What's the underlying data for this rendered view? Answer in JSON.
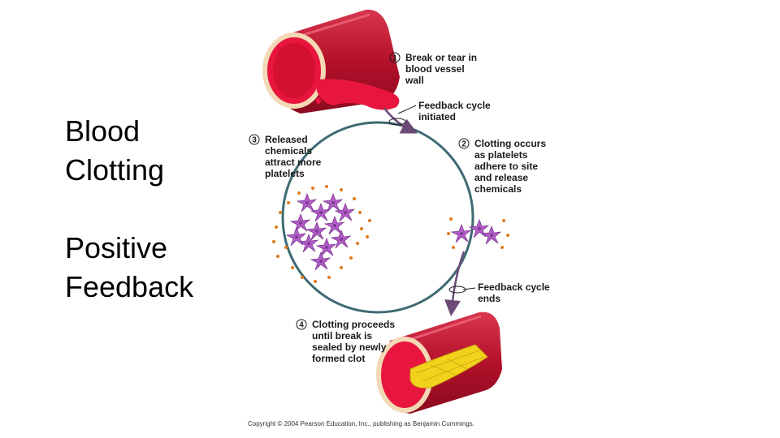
{
  "slide": {
    "title_lines": [
      "Blood",
      "Clotting"
    ],
    "subtitle_lines": [
      "Positive",
      "Feedback"
    ]
  },
  "diagram": {
    "steps": [
      {
        "number": "1",
        "lines": [
          "Break or tear in",
          "blood vessel",
          "wall"
        ]
      },
      {
        "number": "2",
        "lines": [
          "Clotting occurs",
          "as platelets",
          "adhere to site",
          "and release",
          "chemicals"
        ]
      },
      {
        "number": "3",
        "lines": [
          "Released",
          "chemicals",
          "attract more",
          "platelets"
        ]
      },
      {
        "number": "4",
        "lines": [
          "Clotting proceeds",
          "until break is",
          "sealed by newly",
          "formed clot"
        ]
      }
    ],
    "feedback_start": [
      "Feedback cycle",
      "initiated"
    ],
    "feedback_end": [
      "Feedback cycle",
      "ends"
    ],
    "copyright": "Copyright © 2004 Pearson Education, Inc., publishing as Benjamin Cummings."
  },
  "colors": {
    "cycle_line": "#3f6a73",
    "arrow": "#6b4a78",
    "vessel": "#c8102e",
    "blood": "#e8163f",
    "platelet": "#b25cc8",
    "chemical_dots": "#e07a1f",
    "clot": "#f2d21b"
  }
}
